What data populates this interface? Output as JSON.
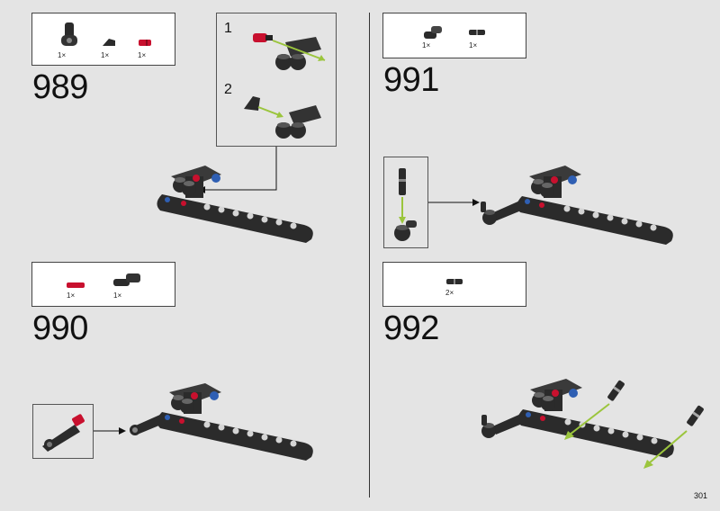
{
  "page_number": "301",
  "steps": [
    {
      "number": "989",
      "parts": [
        {
          "qty": "1×",
          "icon": "angle-connector-icon"
        },
        {
          "qty": "1×",
          "icon": "slope-brick-icon"
        },
        {
          "qty": "1×",
          "icon": "red-pin-icon"
        }
      ],
      "substeps": [
        "1",
        "2"
      ]
    },
    {
      "number": "990",
      "parts": [
        {
          "qty": "1×",
          "icon": "red-axle-icon"
        },
        {
          "qty": "1×",
          "icon": "axle-connector-icon"
        }
      ]
    },
    {
      "number": "991",
      "parts": [
        {
          "qty": "1×",
          "icon": "angle-connector-icon"
        },
        {
          "qty": "1×",
          "icon": "pin-icon"
        }
      ]
    },
    {
      "number": "992",
      "parts": [
        {
          "qty": "2×",
          "icon": "pin-icon"
        }
      ]
    }
  ],
  "colors": {
    "background": "#e4e4e4",
    "part_dark": "#2b2b2b",
    "accent_red": "#c8102e",
    "accent_blue": "#2f5fb3",
    "arrow_green": "#9bc53d"
  }
}
